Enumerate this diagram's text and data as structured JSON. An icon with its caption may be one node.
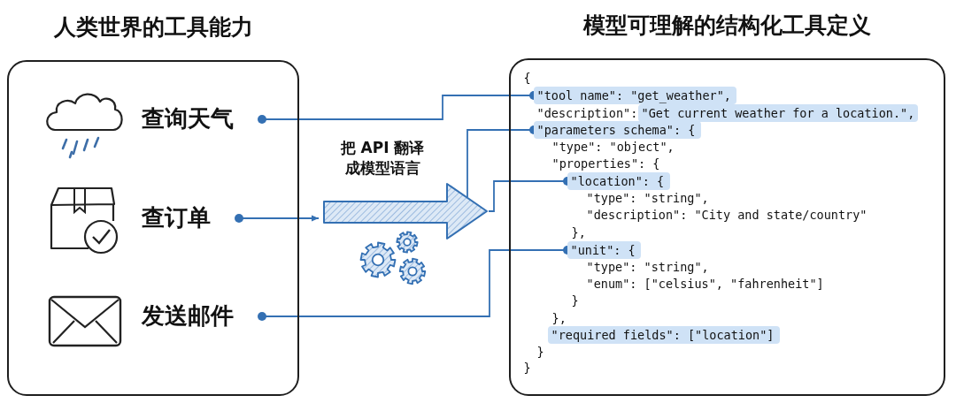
{
  "diagram": {
    "nodes": [
      {
        "text": [
          "人类世界的工具能力"
        ]
      },
      {
        "text": [
          "查询天气"
        ],
        "in": 0
      },
      {
        "text": [
          "查订单"
        ],
        "in": 0
      },
      {
        "text": [
          "发送邮件"
        ],
        "in": 0
      },
      {
        "text": [
          "模型可理解的结构化工具定义"
        ]
      },
      {
        "text": [
          "\"tool name\": \"get_weather\","
        ],
        "in": 4
      },
      {
        "text": [
          "\"parameters schema\": {"
        ],
        "in": 4
      },
      {
        "text": [
          "\"location\": {"
        ],
        "in": 4
      },
      {
        "text": [
          "\"unit\": {"
        ],
        "in": 4
      },
      {
        "text": [
          "\"required fields\": [\"location\"]"
        ],
        "in": 4
      },
      {
        "text": [],
        "shape": "arrow",
        "beside": [
          "把 API 翻译成模型语言"
        ]
      }
    ],
    "edges": [
      {
        "from": 1,
        "to": 5,
        "arrow": "other"
      },
      {
        "from": 2,
        "to": 10,
        "arrow": "to"
      },
      {
        "from": 10,
        "to": 6,
        "arrow": "other"
      },
      {
        "from": 10,
        "to": 7,
        "arrow": "other"
      },
      {
        "from": 3,
        "to": 8,
        "arrow": "other"
      }
    ],
    "labels": [
      "{",
      "\"description\":",
      "\"Get current weather for a location.\",",
      "\"type\": \"object\",",
      "\"properties\": {",
      "\"type\": \"string\",",
      "\"description\": \"City and state/country\"",
      "},",
      "\"type\": \"string\",",
      "\"enum\": [\"celsius\", \"fahrenheit\"]",
      "}",
      "},",
      "}",
      "}"
    ]
  }
}
